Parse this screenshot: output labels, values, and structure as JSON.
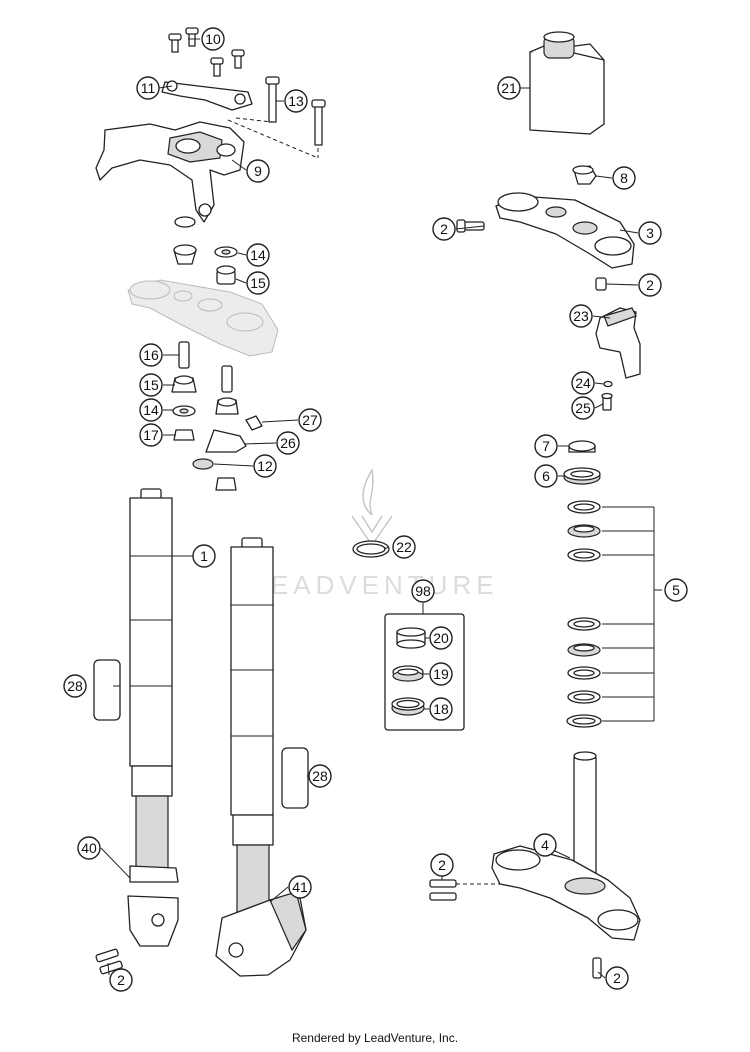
{
  "diagram": {
    "watermark": "LEADVENTURE",
    "footer": "Rendered by LeadVenture, Inc.",
    "callouts": [
      "10",
      "11",
      "13",
      "9",
      "14",
      "15",
      "16",
      "15",
      "14",
      "17",
      "27",
      "26",
      "12",
      "21",
      "8",
      "2",
      "3",
      "2",
      "23",
      "24",
      "25",
      "7",
      "6",
      "5",
      "22",
      "98",
      "20",
      "19",
      "18",
      "1",
      "28",
      "28",
      "40",
      "41",
      "2",
      "4",
      "2",
      "2"
    ]
  }
}
